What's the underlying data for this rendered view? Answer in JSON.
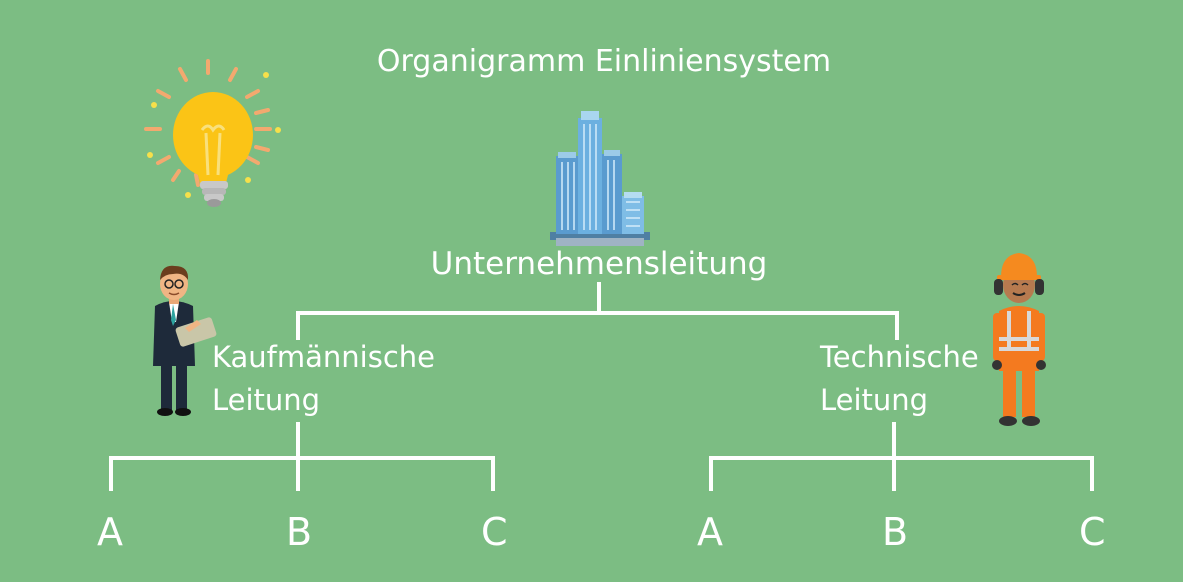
{
  "title": "Organigramm  Einliniensystem",
  "root": {
    "label": "Unternehmensleitung",
    "icon": "office-buildings-icon"
  },
  "branches": [
    {
      "label": "Kaufmännische\nLeitung",
      "icon": "businessman-icon",
      "children": [
        "A",
        "B",
        "C"
      ]
    },
    {
      "label": "Technische\nLeitung",
      "icon": "construction-worker-icon",
      "children": [
        "A",
        "B",
        "C"
      ]
    }
  ],
  "decoration": {
    "icon": "lightbulb-icon"
  },
  "colors": {
    "background": "#7cbd83",
    "lines": "#ffffff",
    "text": "#ffffff"
  }
}
